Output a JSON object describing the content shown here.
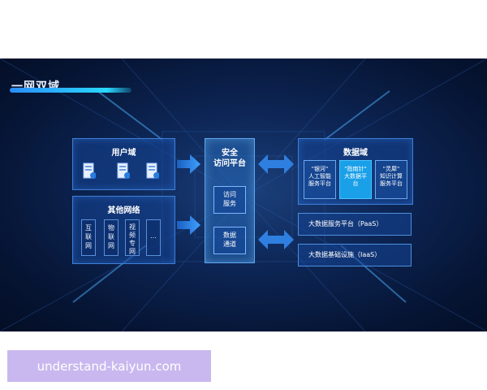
{
  "title": "一网双域",
  "user_domain": {
    "title": "用户域",
    "hosts": [
      "host-server-icon",
      "host-server-icon",
      "host-server-icon"
    ]
  },
  "other_networks": {
    "title": "其他网络",
    "items": [
      "互\n联\n网",
      "物\n联\n网",
      "视\n频\n专\n网",
      "…"
    ]
  },
  "security_platform": {
    "title_line1": "安全",
    "title_line2": "访问平台",
    "box1_line1": "访问",
    "box1_line2": "服务",
    "box2_line1": "数据",
    "box2_line2": "通道"
  },
  "data_domain": {
    "title": "数据域",
    "cards": [
      {
        "l1": "\"银河\"",
        "l2": "人工智能",
        "l3": "服务平台"
      },
      {
        "l1": "\"指南针\"",
        "l2": "大数据平",
        "l3": "台"
      },
      {
        "l1": "\"灵犀\"",
        "l2": "知识计算",
        "l3": "服务平台"
      }
    ]
  },
  "paas_label": "大数据服务平台（PaaS）",
  "iaas_label": "大数据基础设施（IaaS）",
  "watermark": "understand-kaiyun.com",
  "colors": {
    "accent": "#29d8ff",
    "highlight": "#1aa0e8",
    "watermark_bg": "#c9b8ef"
  }
}
